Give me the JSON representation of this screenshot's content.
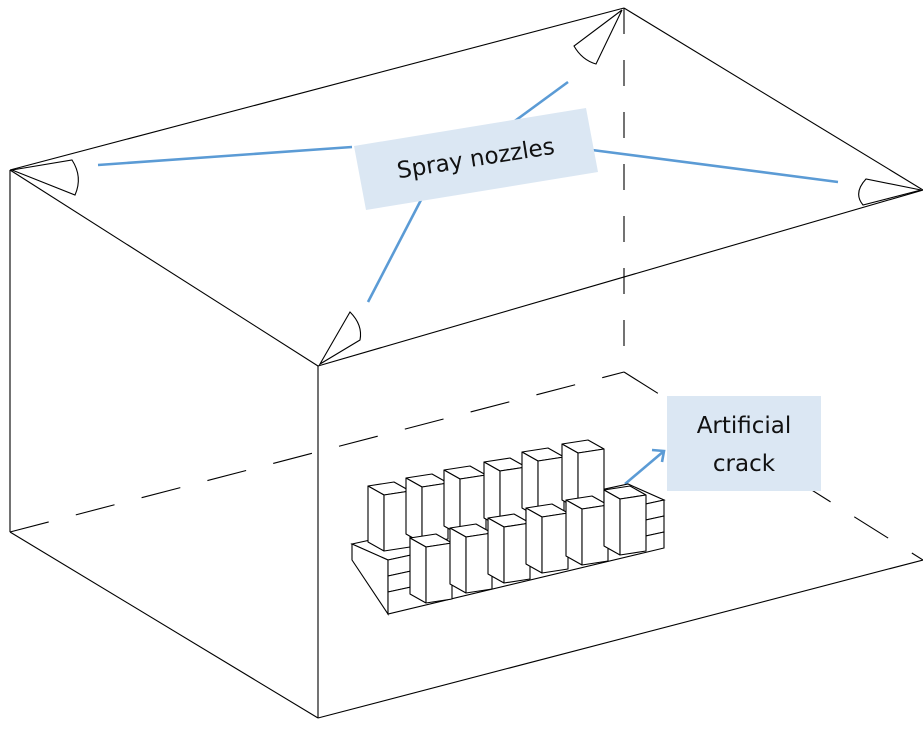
{
  "labels": {
    "spray_nozzles": "Spray nozzles",
    "artificial_crack_line1": "Artificial",
    "artificial_crack_line2": "crack"
  },
  "colors": {
    "leader_line": "#5b9bd5",
    "label_background": "#dbe7f3",
    "outline": "#000000"
  }
}
